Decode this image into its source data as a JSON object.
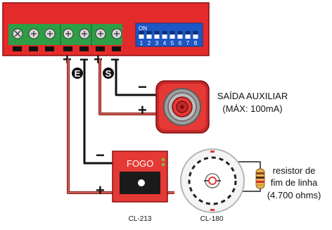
{
  "dip_switch": {
    "on_label": "ON",
    "numbers": [
      "1",
      "2",
      "3",
      "4",
      "5",
      "6",
      "7",
      "8"
    ]
  },
  "terminal_letters": {
    "e": "E",
    "s": "S"
  },
  "signs": {
    "plus": "+",
    "minus": "−"
  },
  "auxiliary_output": {
    "line1": "SAÍDA AUXILIAR",
    "line2": "(MÁX: 100mA)"
  },
  "manual_call_point": {
    "label": "FOGO",
    "model": "CL-213"
  },
  "detector": {
    "model": "CL-180"
  },
  "resistor": {
    "line1": "resistor de",
    "line2": "fim de linha",
    "line3": "(4.700 ohms)"
  },
  "colors": {
    "panel_red": "#e42b2b",
    "terminal_green": "#2e9e46",
    "dip_blue": "#1d57c4",
    "wire_red": "#c0392b",
    "wire_black": "#111111"
  }
}
